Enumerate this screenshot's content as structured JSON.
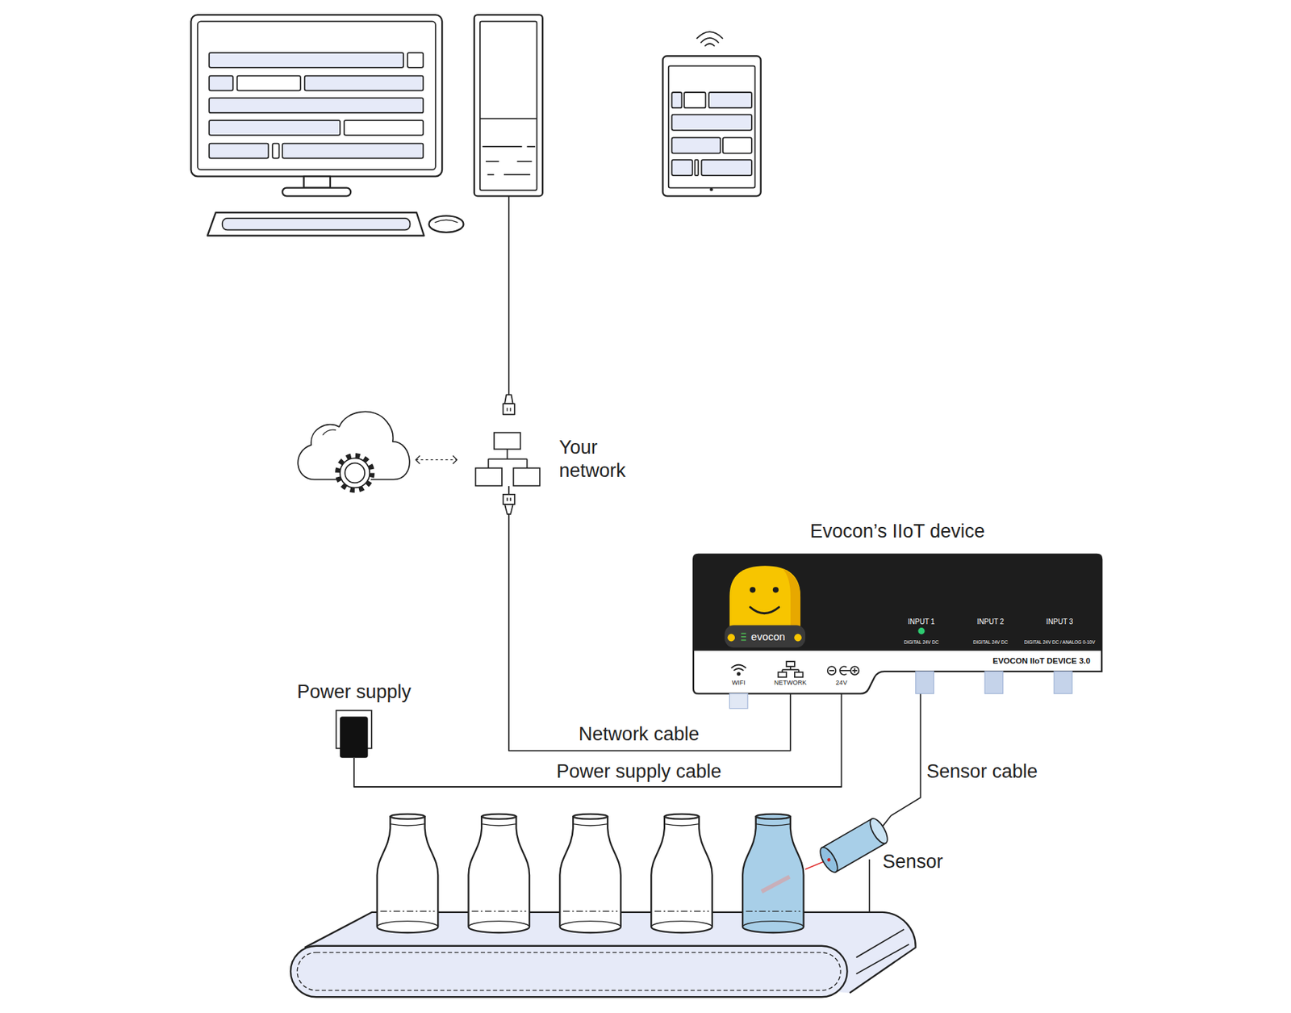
{
  "diagram": {
    "nodes": [
      {
        "text": [
          "Your network"
        ]
      },
      {
        "text": [
          "Evocon’s IIoT device"
        ]
      },
      {
        "text": [
          "Power supply"
        ]
      },
      {
        "text": [
          "Sensor"
        ]
      }
    ],
    "edges": [
      {
        "from": 0,
        "to": 1,
        "arrow": "none",
        "label": "Network cable"
      },
      {
        "from": 2,
        "to": 1,
        "arrow": "none",
        "label": "Power supply cable"
      },
      {
        "from": 1,
        "to": 3,
        "arrow": "none",
        "label": "Sensor cable"
      }
    ],
    "labels": [
      "evocon",
      "INPUT 1",
      "DIGITAL 24V DC",
      "INPUT 2",
      "DIGITAL 24V DC",
      "INPUT 3",
      "DIGITAL 24V DC / ANALOG 0-10V",
      "EVOCON IIoT DEVICE 3.0",
      "WIFI",
      "NETWORK",
      "24V"
    ]
  }
}
